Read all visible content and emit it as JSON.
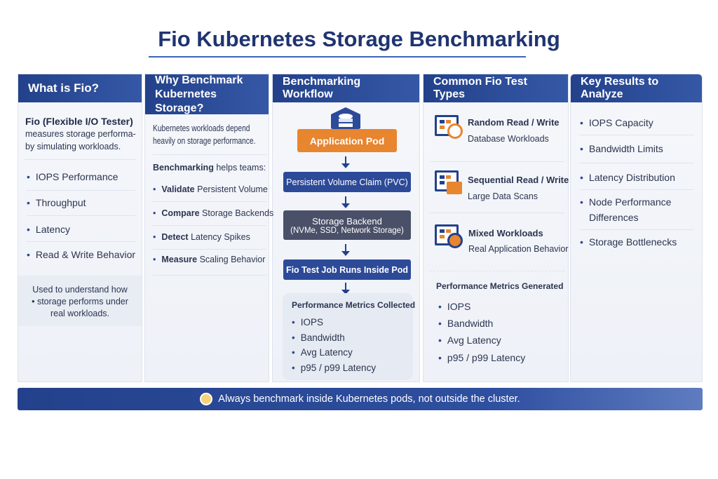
{
  "title": "Fio Kubernetes Storage Benchmarking",
  "col1": {
    "header": "What is Fio?",
    "intro_bold": "Fio (Flexible I/O Tester)",
    "intro": [
      "measures storage performa-",
      "by simulating workloads."
    ],
    "items": [
      "IOPS Performance",
      "Throughput",
      "Latency",
      "Read & Write Behavior"
    ],
    "note": [
      "Used to understand how",
      "• storage performs under",
      "real workloads."
    ]
  },
  "col2": {
    "header": "Why Benchmark Kubernetes Storage?",
    "intro": [
      "Kubernetes workloads depend",
      "heavily on storage performance."
    ],
    "lead_bold": "Benchmarking",
    "lead": " helps teams:",
    "items": [
      {
        "bold": "Validate",
        "text": " Persistent Volume"
      },
      {
        "bold": "Compare",
        "text": " Storage Backends"
      },
      {
        "bold": "Detect",
        "text": " Latency Spikes"
      },
      {
        "bold": "Measure",
        "text": " Scaling Behavior"
      }
    ]
  },
  "col3": {
    "header": "Benchmarking Workflow",
    "steps": [
      "Application Pod",
      "Persistent Volume Claim (PVC)",
      "Storage Backend",
      "(NVMe, SSD, Network Storage)",
      "Fio Test Job Runs Inside Pod"
    ],
    "metrics_title": "Performance Metrics Collected",
    "metrics": [
      "IOPS",
      "Bandwidth",
      "Avg Latency",
      "p95 / p99 Latency"
    ]
  },
  "col4": {
    "header": "Common Fio Test Types",
    "types": [
      {
        "title": "Random Read / Write",
        "sub": "Database Workloads",
        "icon": "clock-icon"
      },
      {
        "title": "Sequential Read / Write",
        "sub": "Large Data Scans",
        "icon": "drive-icon"
      },
      {
        "title": "Mixed Workloads",
        "sub": "Real Application Behavior",
        "icon": "user-icon"
      }
    ],
    "metrics_title": "Performance Metrics Generated",
    "metrics": [
      "IOPS",
      "Bandwidth",
      "Avg Latency",
      "p95 / p99 Latency"
    ]
  },
  "col5": {
    "header": "Key Results to Analyze",
    "items": [
      "IOPS Capacity",
      "Bandwidth Limits",
      "Latency Distribution",
      "Node Performance",
      "Differences",
      "Storage Bottlenecks"
    ]
  },
  "footer": {
    "text": "Always benchmark inside Kubernetes pods, not outside the cluster.",
    "icon": "lightbulb-icon"
  },
  "colors": {
    "primary": "#23418b",
    "accent": "#e8852f",
    "dark": "#4a5068"
  }
}
